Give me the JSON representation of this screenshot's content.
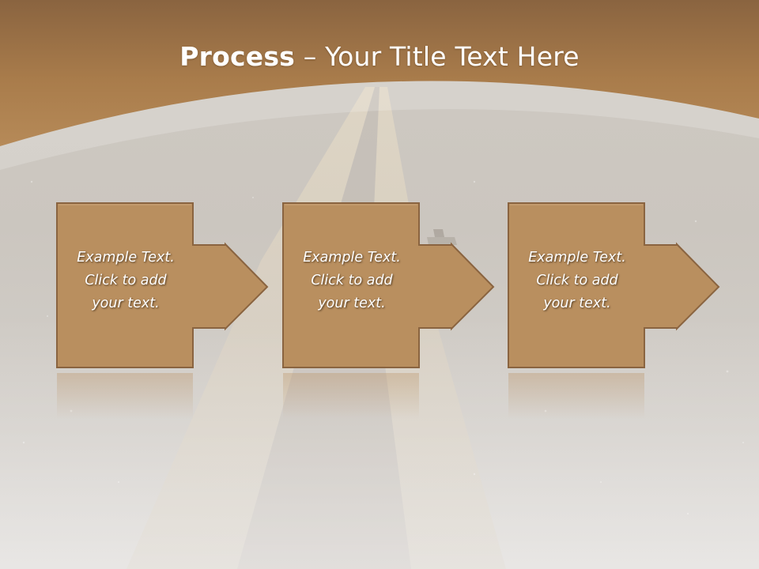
{
  "slide": {
    "title_bold": "Process",
    "title_rest": " – Your Title Text Here",
    "colors": {
      "header": "#a87a48",
      "box_fill": "#b98f5f",
      "box_border": "#8a6440",
      "text": "#ffffff"
    }
  },
  "steps": [
    {
      "lines": [
        "Example Text.",
        "Click  to add",
        "your text."
      ]
    },
    {
      "lines": [
        "Example Text.",
        "Click  to add",
        "your text."
      ]
    },
    {
      "lines": [
        "Example Text.",
        "Click  to add",
        "your text."
      ]
    }
  ]
}
